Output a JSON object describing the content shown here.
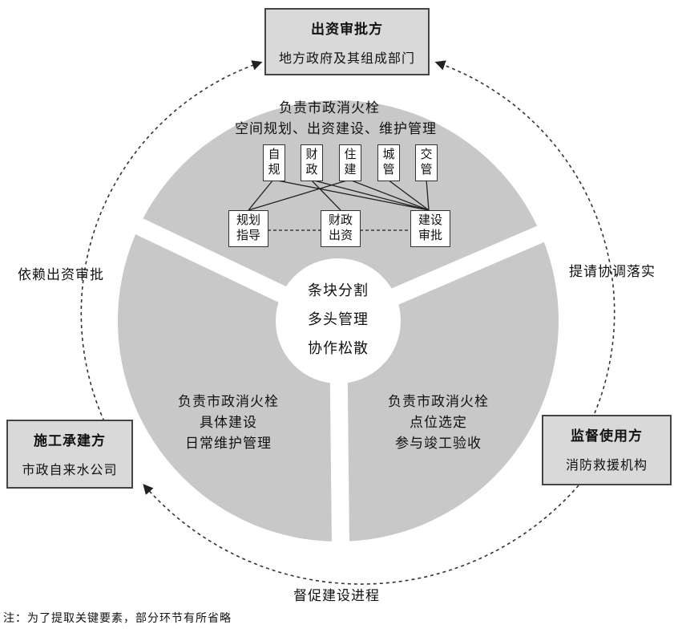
{
  "investor": {
    "title": "出资审批方",
    "subtitle": "地方政府及其组成部门"
  },
  "builder": {
    "title": "施工承建方",
    "subtitle": "市政自来水公司"
  },
  "supervisor": {
    "title": "监督使用方",
    "subtitle": "消防救援机构"
  },
  "arcs": {
    "left": "依赖出资审批",
    "right": "提请协调落实",
    "bottom": "督促建设进程"
  },
  "top_sector": {
    "line1": "负责市政消火栓",
    "line2": "空间规划、出资建设、维护管理",
    "depts": [
      {
        "c1": "自",
        "c2": "规"
      },
      {
        "c1": "财",
        "c2": "政"
      },
      {
        "c1": "住",
        "c2": "建"
      },
      {
        "c1": "城",
        "c2": "管"
      },
      {
        "c1": "交",
        "c2": "管"
      }
    ],
    "functions": [
      {
        "l1": "规划",
        "l2": "指导"
      },
      {
        "l1": "财政",
        "l2": "出资"
      },
      {
        "l1": "建设",
        "l2": "审批"
      }
    ]
  },
  "left_sector": {
    "line1": "负责市政消火栓",
    "line2": "具体建设",
    "line3": "日常维护管理"
  },
  "right_sector": {
    "line1": "负责市政消火栓",
    "line2": "点位选定",
    "line3": "参与竣工验收"
  },
  "center": {
    "line1": "条块分割",
    "line2": "多头管理",
    "line3": "协作松散"
  },
  "note": "注：为了提取关键要素，部分环节有所省略",
  "colors": {
    "sector_fill": "#c8c8c8",
    "box_fill": "#d9d9d9",
    "stroke": "#333333"
  }
}
